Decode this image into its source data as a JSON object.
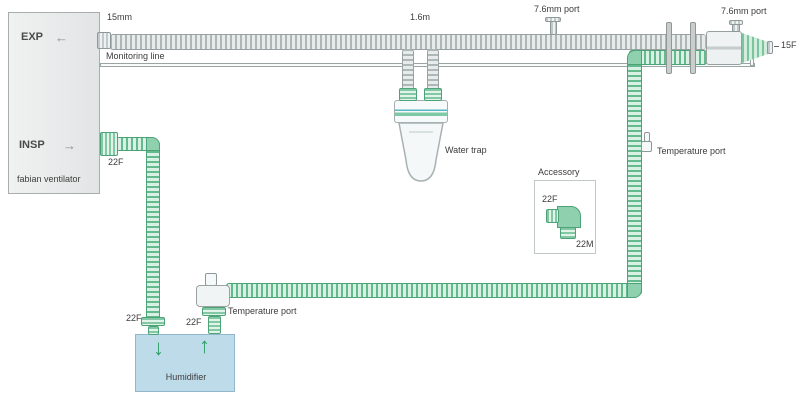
{
  "ventilator": {
    "exp_label": "EXP",
    "exp_arrow": "←",
    "insp_label": "INSP",
    "insp_arrow": "→",
    "name": "fabian ventilator"
  },
  "exp_limb": {
    "connector_size": "15mm",
    "tube_length": "1.6m",
    "port_label": "7.6mm port",
    "water_trap_label": "Water trap"
  },
  "monitoring_line": {
    "label": "Monitoring line"
  },
  "patient_end": {
    "port_label": "7.6mm port",
    "connector_size": "15F"
  },
  "insp_limb": {
    "insp_connector_size": "22F",
    "humidifier_inlet_size": "22F",
    "humidifier_outlet_size": "22F",
    "humidifier_temp_port_label": "Temperature port",
    "airway_temp_port_label": "Temperature port"
  },
  "accessory": {
    "title": "Accessory",
    "female_size": "22F",
    "male_size": "22M"
  },
  "humidifier": {
    "label": "Humidifier",
    "inlet_arrow": "↓",
    "outlet_arrow": "↑"
  },
  "colors": {
    "tube_green": "#4da377",
    "tube_gray": "#98a2a2",
    "humidifier_fill": "#bedbea",
    "ventilator_fill": "#e9ebeb"
  }
}
